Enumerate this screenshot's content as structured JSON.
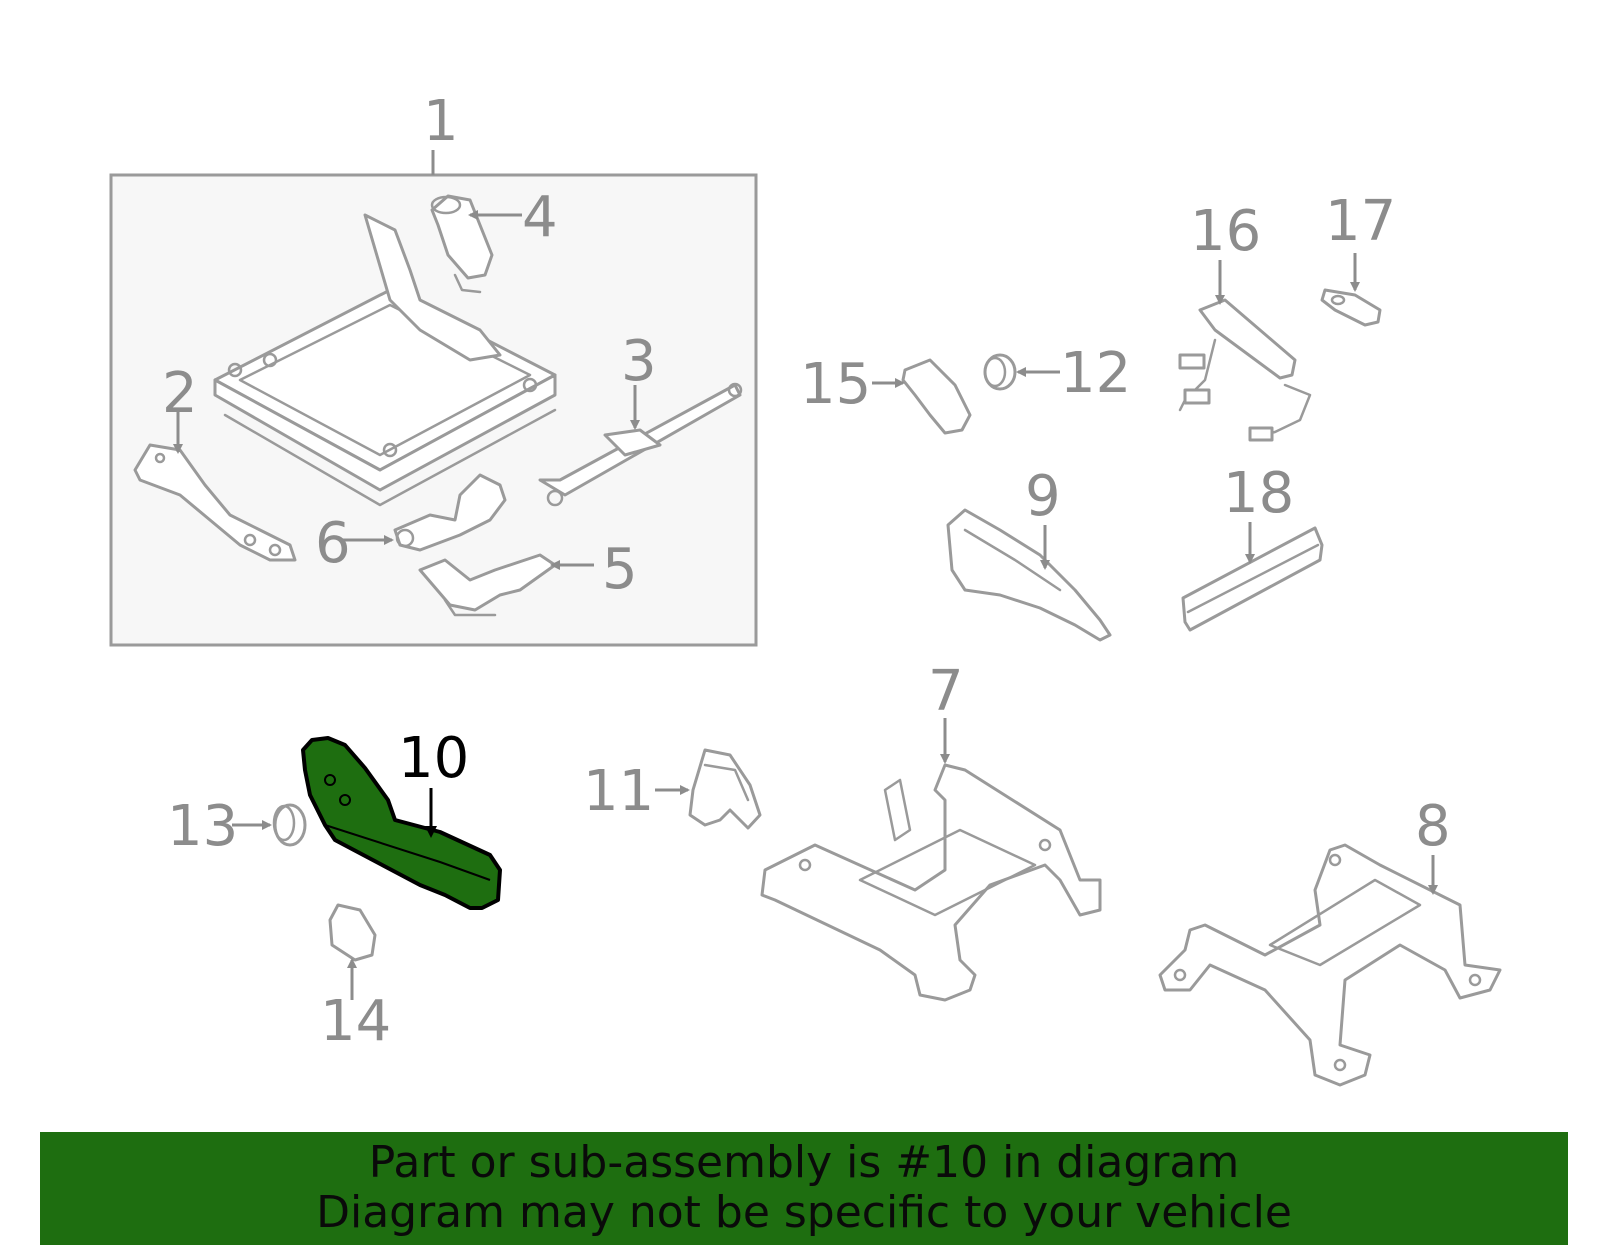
{
  "highlight_color": "#1e6e10",
  "callouts": {
    "c1": "1",
    "c2": "2",
    "c3": "3",
    "c4": "4",
    "c5": "5",
    "c6": "6",
    "c7": "7",
    "c8": "8",
    "c9": "9",
    "c10": "10",
    "c11": "11",
    "c12": "12",
    "c13": "13",
    "c14": "14",
    "c15": "15",
    "c16": "16",
    "c17": "17",
    "c18": "18"
  },
  "highlighted_part": "10",
  "banner": {
    "line1": "Part or sub-assembly is #10 in diagram",
    "line2": "Diagram may not be specific to your vehicle"
  }
}
